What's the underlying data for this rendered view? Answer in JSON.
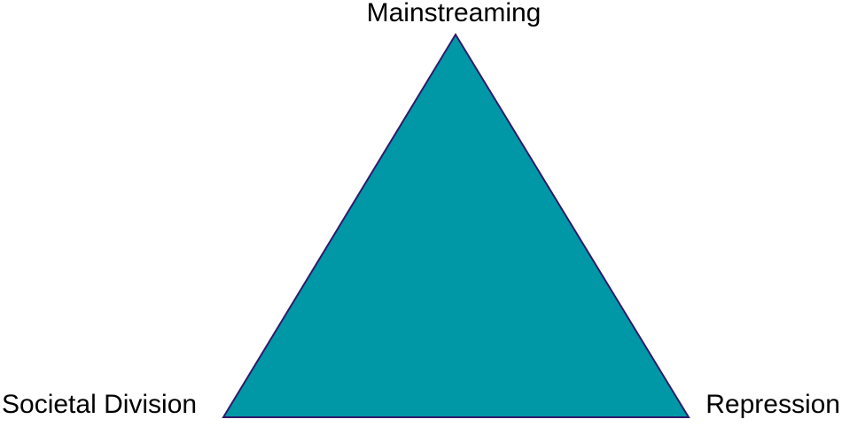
{
  "labels": {
    "top": "Mainstreaming",
    "left": "Societal Division",
    "right": "Repression"
  },
  "colors": {
    "triangle_fill": "#0097a7",
    "triangle_stroke": "#2e1a6b",
    "text": "#000000"
  }
}
